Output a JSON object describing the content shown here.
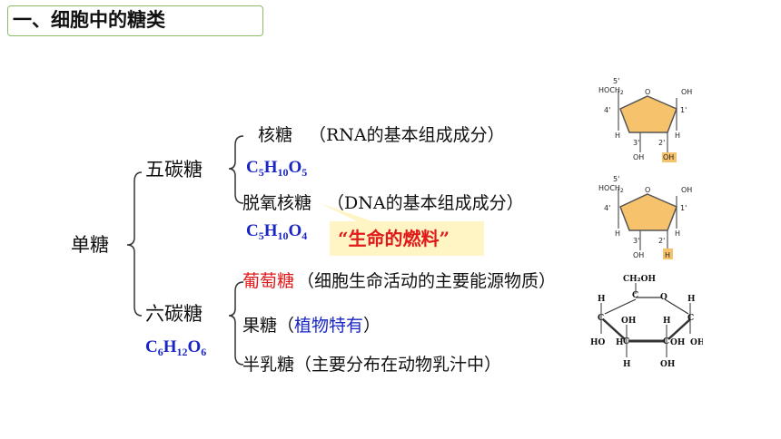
{
  "title": "一、细胞中的糖类",
  "monosaccharide": "单糖",
  "pentose": {
    "label": "五碳糖",
    "ribose": "核糖",
    "ribose_note": "（RNA的基本组成成分）",
    "ribose_formula": {
      "c": "C",
      "c_n": "5",
      "h": "H",
      "h_n": "10",
      "o": "O",
      "o_n": "5"
    },
    "deoxyribose": "脱氧核糖",
    "deoxyribose_note": "（DNA的基本组成成分）",
    "deoxyribose_formula": {
      "c": "C",
      "c_n": "5",
      "h": "H",
      "h_n": "10",
      "o": "O",
      "o_n": "4"
    }
  },
  "callout": "“生命的燃料”",
  "hexose": {
    "label": "六碳糖",
    "formula": {
      "c": "C",
      "c_n": "6",
      "h": "H",
      "h_n": "12",
      "o": "O",
      "o_n": "6"
    },
    "glucose": "葡萄糖",
    "glucose_note": "（细胞生命活动的主要能源物质）",
    "fructose": "果糖",
    "fructose_open": "（",
    "fructose_note": "植物特有",
    "fructose_close": "）",
    "galactose": "半乳糖",
    "galactose_note": "（主要分布在动物乳汁中）"
  },
  "colors": {
    "accent_blue": "#1a26c4",
    "accent_red": "#e01919",
    "title_border": "#8dbb6a",
    "ring_fill": "#f6c26b"
  },
  "structures": {
    "ribose": {
      "h1": "5'",
      "hoch2": "HOCH",
      "sub2": "2",
      "o": "O",
      "oh": "OH",
      "c4": "4'",
      "c1": "1'",
      "h": "H",
      "c3": "3'",
      "c2": "2'",
      "oh3": "OH",
      "oh2": "OH"
    },
    "deoxyribose": {
      "h1": "5'",
      "hoch2": "HOCH",
      "sub2": "2",
      "o": "O",
      "oh": "OH",
      "c4": "4'",
      "c1": "1'",
      "h": "H",
      "c3": "3'",
      "c2": "2'",
      "oh3": "OH",
      "h2": "H"
    },
    "glucose": {
      "ch2oh": "CH₂OH",
      "o": "O",
      "c": "C",
      "h": "H",
      "oh": "OH",
      "ho": "HO"
    }
  }
}
